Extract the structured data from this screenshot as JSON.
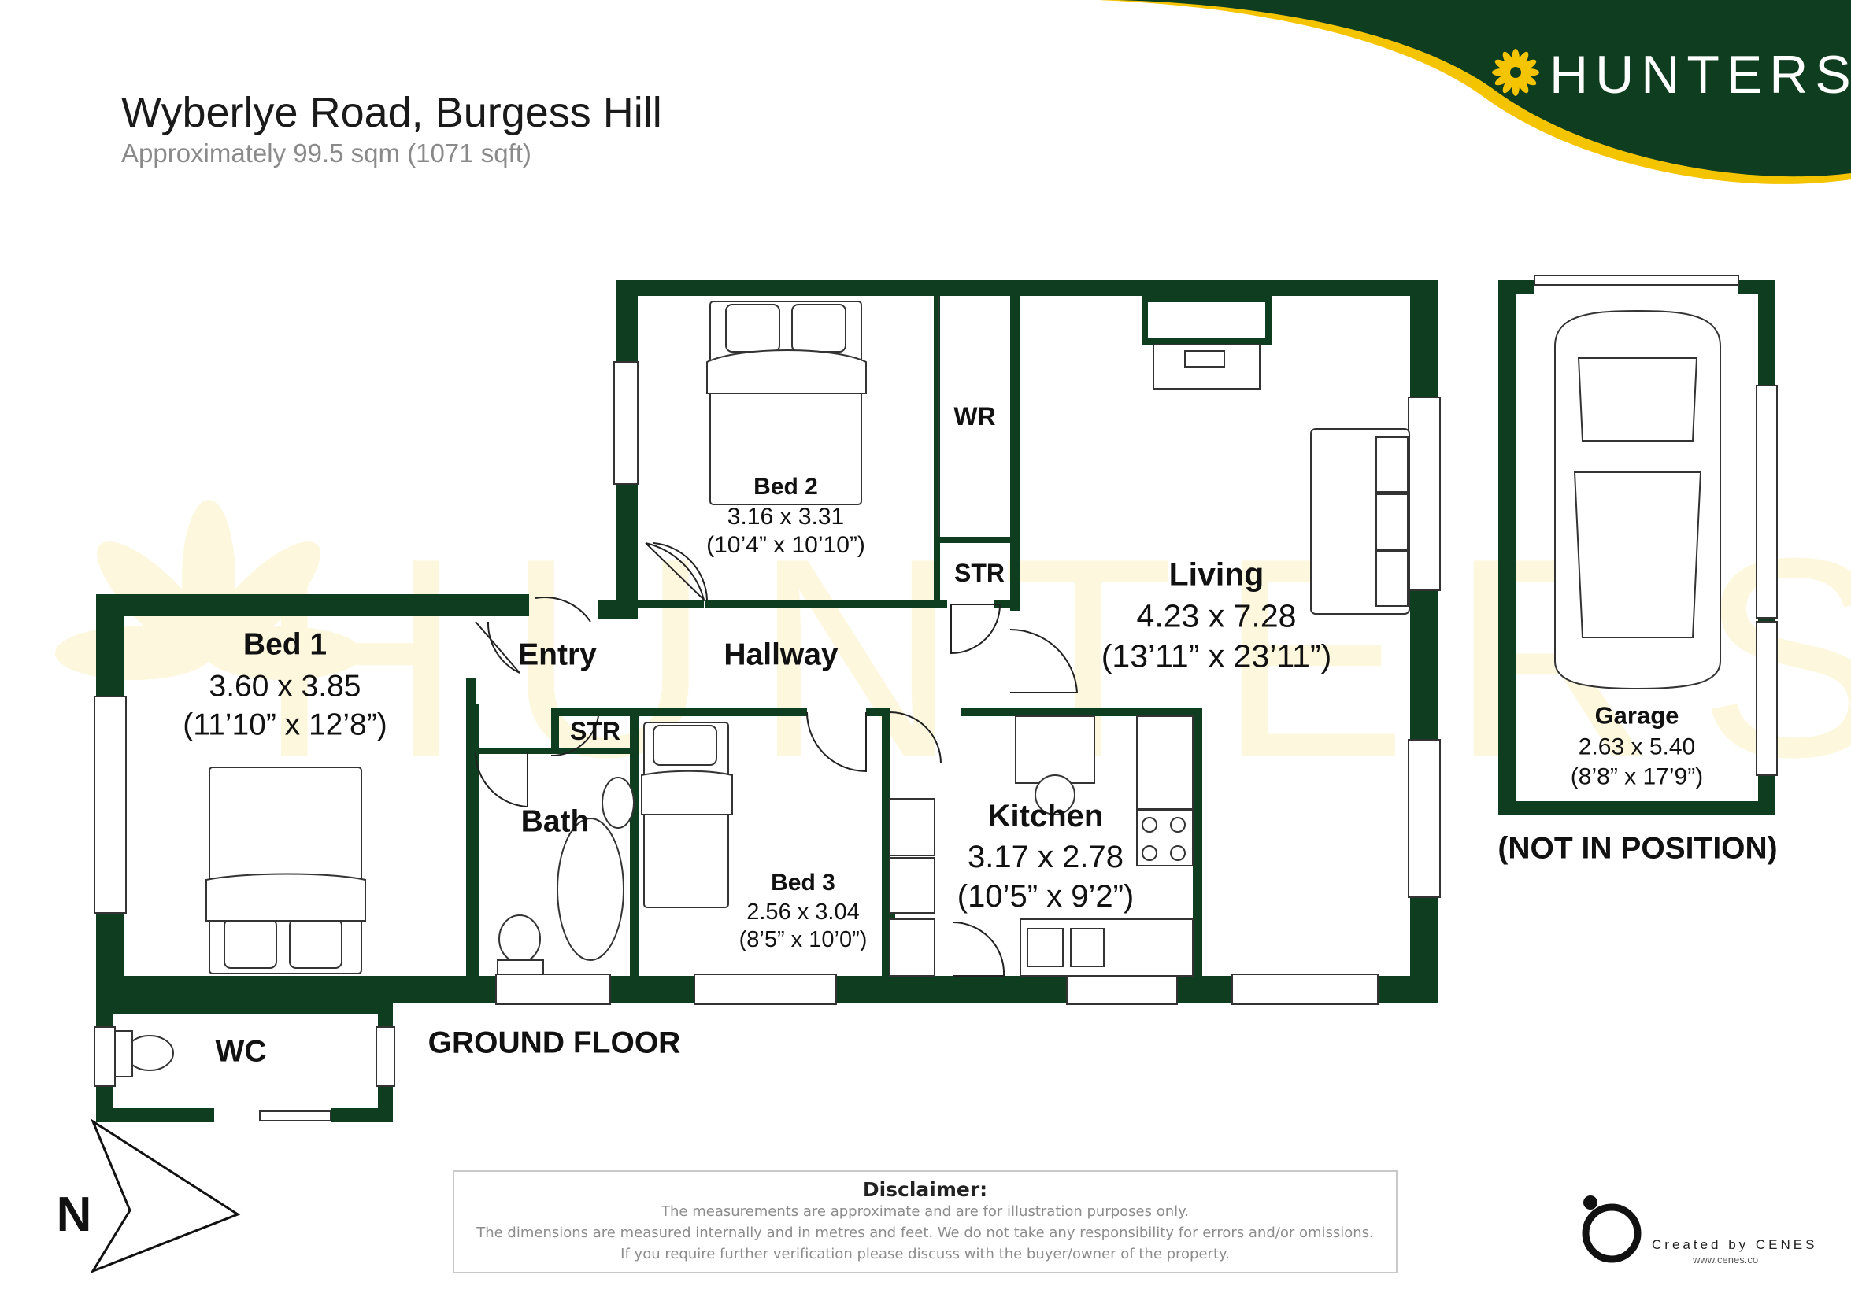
{
  "header": {
    "title": "Wyberlye Road, Burgess Hill",
    "area": "Approximately 99.5 sqm (1071 sqft)"
  },
  "brand": {
    "name": "HUNTERS",
    "color_dark_green": "#0f3d1f",
    "color_yellow": "#f5c400",
    "icon": "flower-icon"
  },
  "rooms": {
    "bed1": {
      "name": "Bed 1",
      "metric": "3.60 x 3.85",
      "imperial": "(11’10” x 12’8”)"
    },
    "bed2": {
      "name": "Bed 2",
      "metric": "3.16 x 3.31",
      "imperial": "(10’4” x 10’10”)"
    },
    "bed3": {
      "name": "Bed 3",
      "metric": "2.56 x 3.04",
      "imperial": "(8’5” x 10’0”)"
    },
    "living": {
      "name": "Living",
      "metric": "4.23 x 7.28",
      "imperial": "(13’11” x 23’11”)"
    },
    "kitchen": {
      "name": "Kitchen",
      "metric": "3.17 x 2.78",
      "imperial": "(10’5” x 9’2”)"
    },
    "garage": {
      "name": "Garage",
      "metric": "2.63 x 5.40",
      "imperial": "(8’8” x 17’9”)"
    },
    "wr": "WR",
    "str_upper": "STR",
    "str_lower": "STR",
    "entry": "Entry",
    "hallway": "Hallway",
    "bath": "Bath",
    "wc": "WC"
  },
  "floor_label": "GROUND FLOOR",
  "garage_note": "(NOT IN POSITION)",
  "compass": {
    "letter": "N",
    "icon": "north-arrow-icon"
  },
  "watermark": "HUNTERS",
  "disclaimer": {
    "heading": "Disclaimer:",
    "lines": [
      "The measurements are approximate and are for illustration purposes only.",
      "The dimensions are measured internally and in metres and feet. We do not take any responsibility for errors and/or omissions.",
      "If you require further verification please discuss with the buyer/owner of the property."
    ]
  },
  "credit": {
    "label": "Created by CENES",
    "url": "www.cenes.co"
  }
}
